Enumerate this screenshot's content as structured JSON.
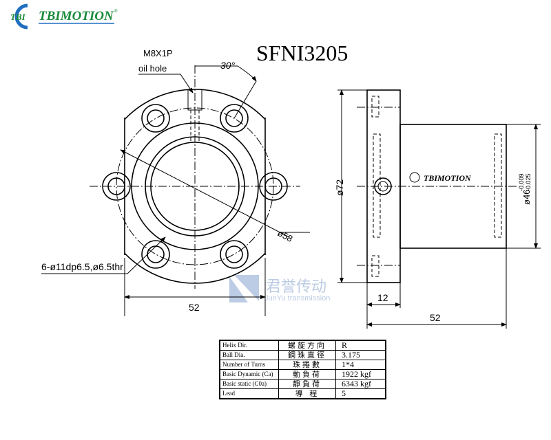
{
  "logo": {
    "badge": "TBI",
    "brand": "TBIMOTION",
    "reg": "®"
  },
  "title": "SFNI3205",
  "front_view": {
    "oil_hole_thread": "M8X1P",
    "oil_hole_label": "oil hole",
    "angle": "30°",
    "bolt_circle": "ø58",
    "holes": "6-ø11dp6.5,ø6.5thr",
    "width": "52"
  },
  "side_view": {
    "flange_dia": "ø72",
    "body_dia": "ø46",
    "tol_upper": "-0.009",
    "tol_lower": "-0.025",
    "flange_thickness": "12",
    "length": "52",
    "body_logo": "TBIMOTION"
  },
  "watermark": {
    "cn": "君誉传动",
    "en": "JunYu transmission"
  },
  "spec_table": [
    {
      "label": "Helix  Dir.",
      "cn": "螺旋方向",
      "value": "R"
    },
    {
      "label": "Ball Dia.",
      "cn": "鋼珠直徑",
      "value": "3.175"
    },
    {
      "label": "Number of Turns",
      "cn": "珠捲數",
      "value": "1*4"
    },
    {
      "label": "Basic Dynamic (Ca)",
      "cn": "動負荷",
      "value": "1922 kgf"
    },
    {
      "label": "Basic static (C0a)",
      "cn": "靜負荷",
      "value": "6343 kgf"
    },
    {
      "label": "Lead",
      "cn": "導  程",
      "value": "5"
    }
  ],
  "colors": {
    "brand_green": "#1a8a3a",
    "brand_blue": "#1f6fc0",
    "watermark": "#9fb6d8"
  }
}
